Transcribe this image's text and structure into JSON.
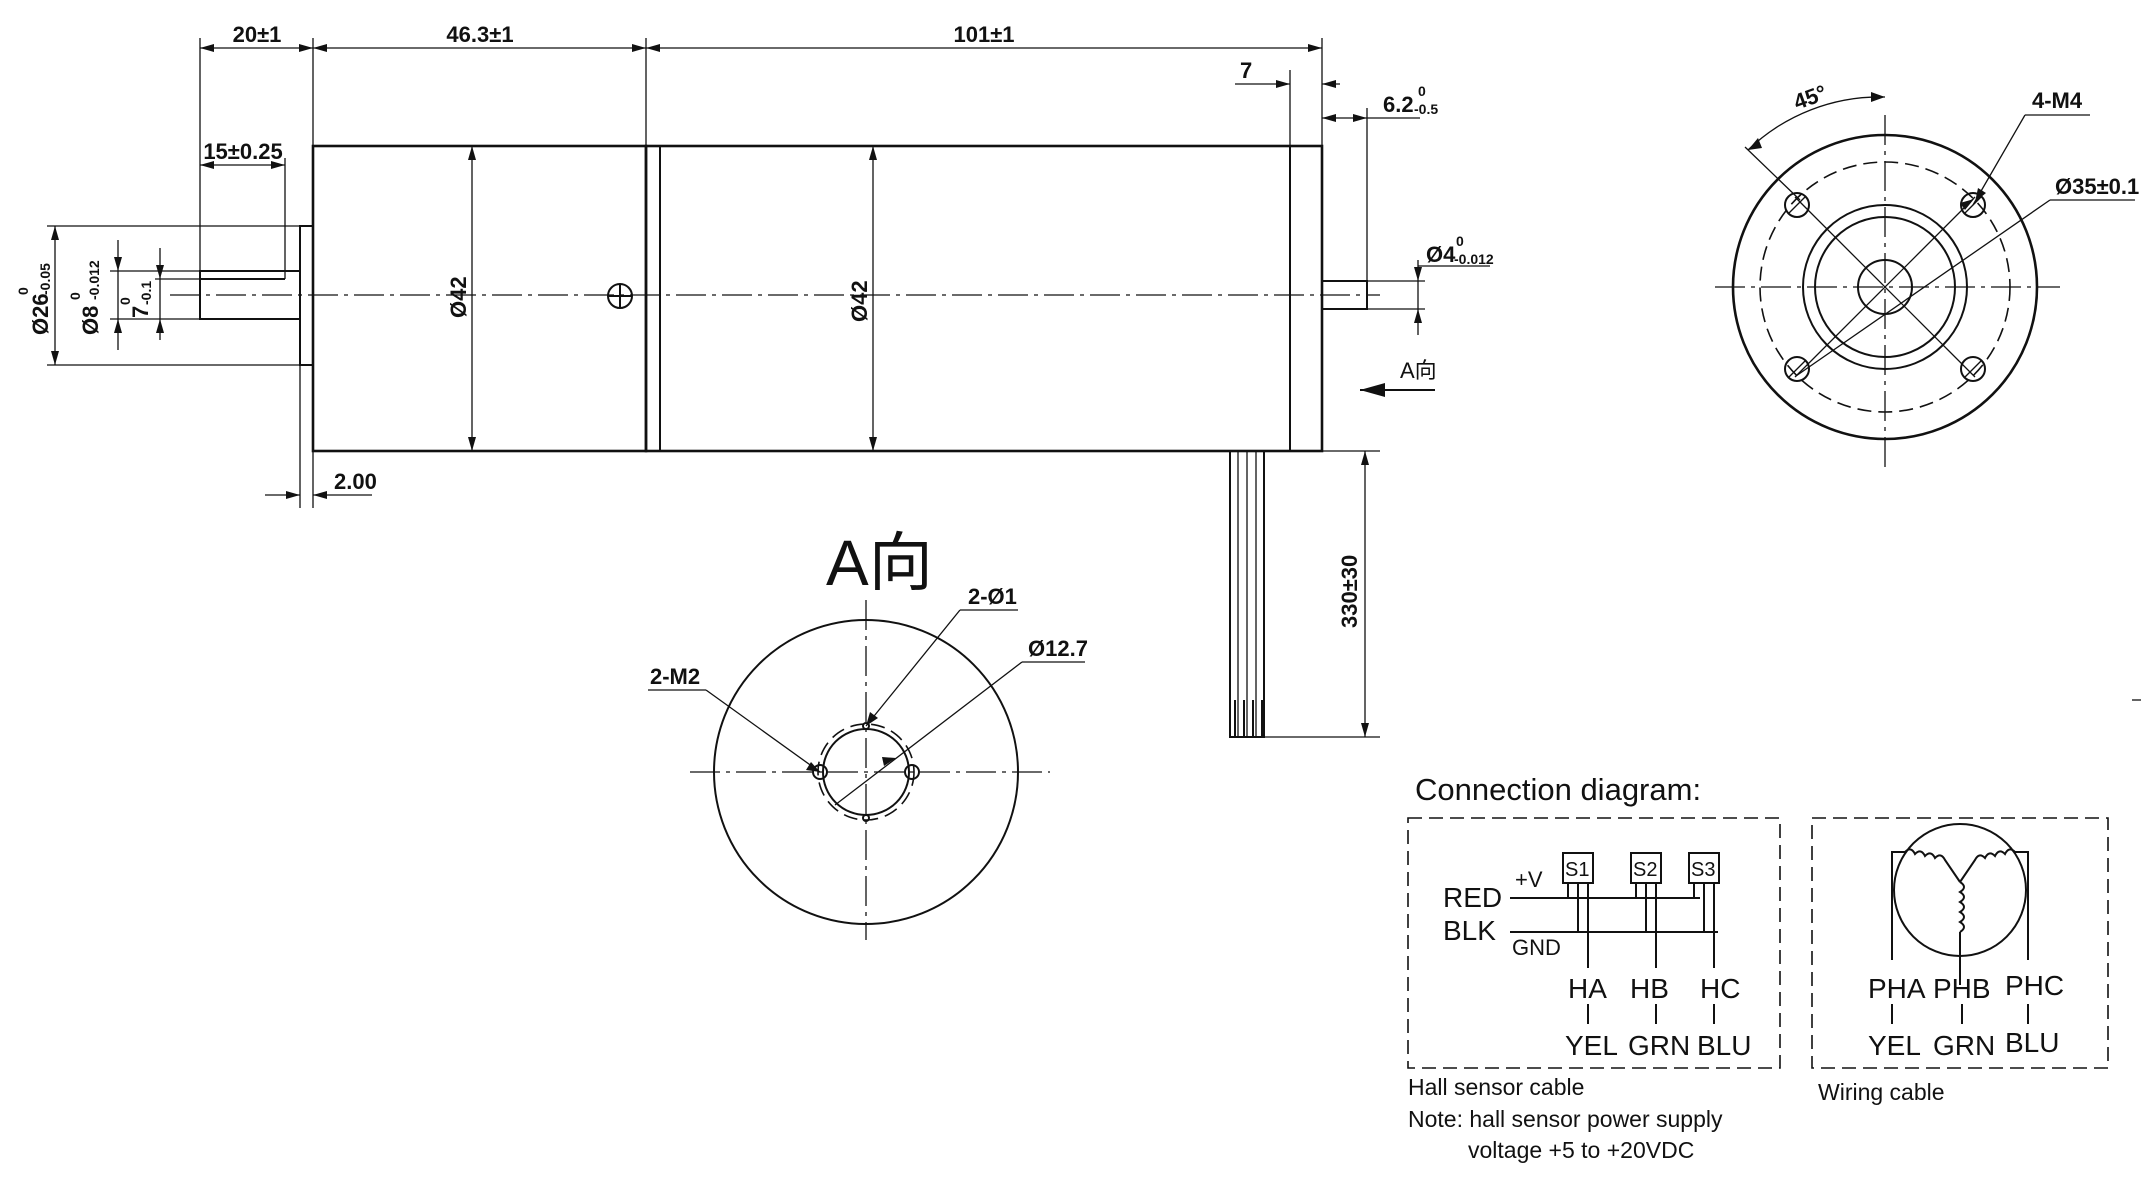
{
  "side_view": {
    "dim_shaft_length": "20±1",
    "dim_gearbox_length": "46.3±1",
    "dim_motor_length": "101±1",
    "dim_end_cap": "7",
    "dim_rear_shaft_length": "6.2",
    "dim_rear_shaft_tol_upper": "0",
    "dim_rear_shaft_tol_lower": "-0.5",
    "dim_key_length": "15±0.25",
    "dim_flange_dia": "Ø26",
    "dim_flange_tol_upper": "0",
    "dim_flange_tol_lower": "-0.05",
    "dim_shaft_dia": "Ø8",
    "dim_shaft_tol_upper": "0",
    "dim_shaft_tol_lower": "-0.012",
    "dim_flat": "7",
    "dim_flat_tol_upper": "0",
    "dim_flat_tol_lower": "-0.1",
    "dim_body_dia_gear": "Ø42",
    "dim_body_dia_motor": "Ø42",
    "dim_rear_shaft_dia": "Ø4",
    "dim_rear_shaft_dia_tol_upper": "0",
    "dim_rear_shaft_dia_tol_lower": "-0.012",
    "dim_flange_thickness": "2.00",
    "view_arrow_label": "A向",
    "dim_cable_length": "330±30"
  },
  "front_view": {
    "dim_angle": "45°",
    "dim_mount_holes": "4-M4",
    "dim_pcd": "Ø35±0.1"
  },
  "view_a": {
    "title": "A向",
    "dim_pins": "2-Ø1",
    "dim_screws": "2-M2",
    "dim_boss": "Ø12.7"
  },
  "connection": {
    "title": "Connection diagram:",
    "hall": {
      "plus_v": "+V",
      "gnd": "GND",
      "red": "RED",
      "blk": "BLK",
      "sensors": [
        "S1",
        "S2",
        "S3"
      ],
      "signals": [
        "HA",
        "HB",
        "HC"
      ],
      "colors": [
        "YEL",
        "GRN",
        "BLU"
      ],
      "caption": "Hall sensor cable",
      "note_line1": "Note: hall sensor power supply",
      "note_line2": "voltage +5 to +20VDC"
    },
    "wiring": {
      "phases": [
        "PHA",
        "PHB",
        "PHC"
      ],
      "colors": [
        "YEL",
        "GRN",
        "BLU"
      ],
      "caption": "Wiring cable"
    }
  }
}
